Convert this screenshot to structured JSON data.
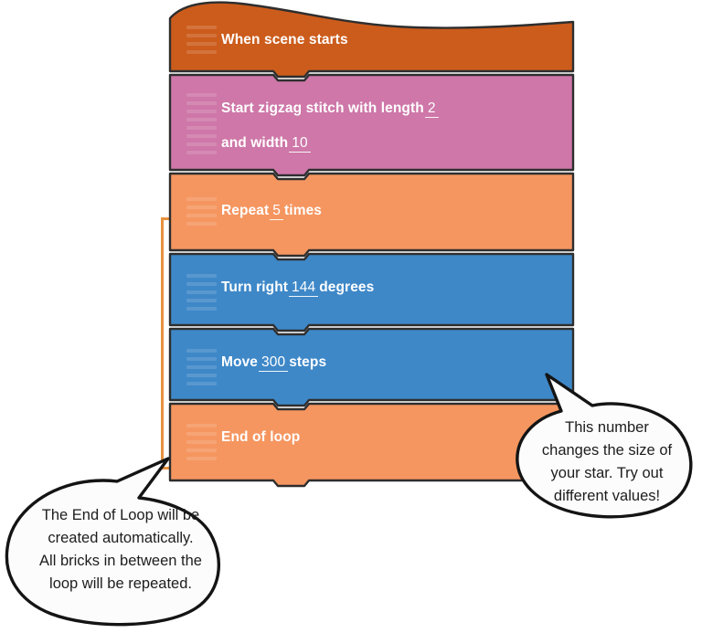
{
  "program": {
    "blocks": [
      {
        "id": "when-scene-starts",
        "kind": "hat",
        "text_before": "When scene starts",
        "value": "",
        "text_after": "",
        "line2_before": "",
        "line2_value": "",
        "color": "#CC5C1C",
        "grip_lines": 4
      },
      {
        "id": "start-zigzag-stitch",
        "kind": "stack",
        "text_before": "Start zigzag stitch with length",
        "value": "2",
        "text_after": "",
        "line2_before": "and width",
        "line2_value": "10",
        "color": "#CE77A8",
        "grip_lines": 8
      },
      {
        "id": "repeat-times",
        "kind": "stack",
        "text_before": "Repeat",
        "value": "5",
        "text_after": "times",
        "line2_before": "",
        "line2_value": "",
        "color": "#F59660",
        "grip_lines": 4
      },
      {
        "id": "turn-right-degrees",
        "kind": "stack",
        "text_before": "Turn right",
        "value": "144",
        "text_after": "degrees",
        "line2_before": "",
        "line2_value": "",
        "color": "#3E88C8",
        "grip_lines": 5
      },
      {
        "id": "move-steps",
        "kind": "stack",
        "text_before": "Move",
        "value": "300",
        "text_after": "steps",
        "line2_before": "",
        "line2_value": "",
        "color": "#3E88C8",
        "grip_lines": 5
      },
      {
        "id": "end-of-loop",
        "kind": "stack",
        "text_before": "End of loop",
        "value": "",
        "text_after": "",
        "line2_before": "",
        "line2_value": "",
        "color": "#F59660",
        "grip_lines": 5
      }
    ],
    "loop_bracket_color": "#E8913F"
  },
  "annotations": {
    "left_bubble": "The End of Loop will be\ncreated automatically.\nAll bricks in between the\nloop will be repeated.",
    "right_bubble": "This number\nchanges the size of\nyour star. Try out\ndifferent values!"
  }
}
